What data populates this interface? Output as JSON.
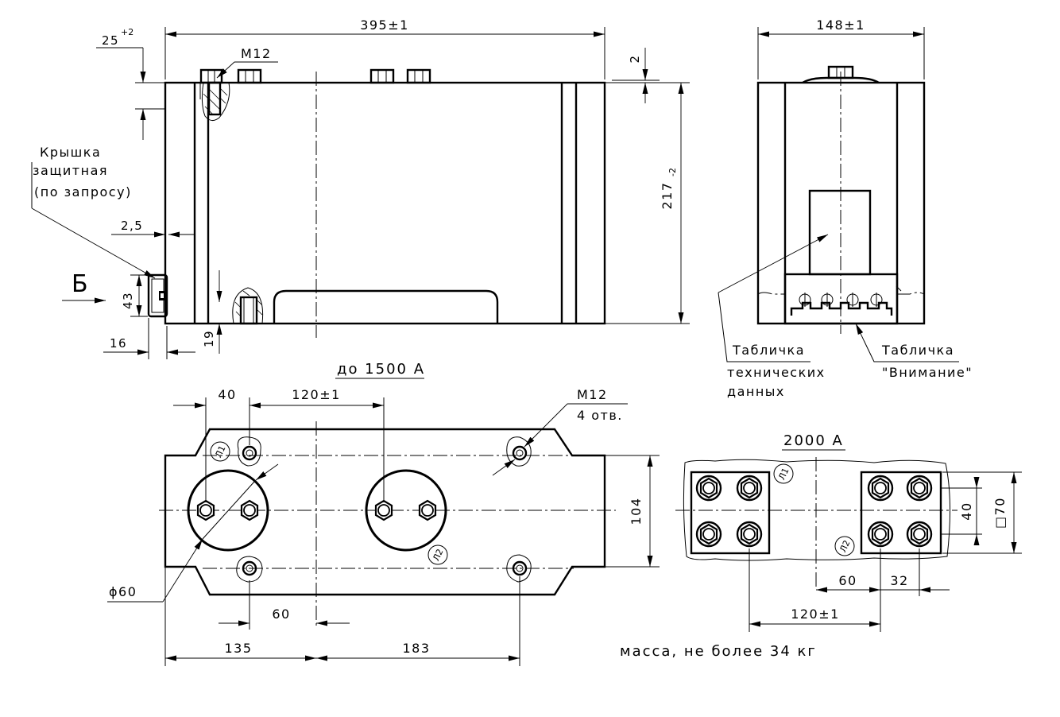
{
  "front_view": {
    "dim_width": "395±1",
    "dim_top_offset": "25",
    "dim_top_offset_tol": "+2",
    "thread_label": "М12",
    "dim_gap": "2",
    "dim_height": "217",
    "dim_height_tol": "-2",
    "cover_label": [
      "Крышка",
      "защитная",
      "(по запросу)"
    ],
    "dim_cover_gap": "2,5",
    "view_letter": "Б",
    "dim_cover_height": "43",
    "dim_cover_depth": "16",
    "dim_bottom": "19"
  },
  "side_view": {
    "dim_width": "148±1",
    "plate_tech_label": [
      "Табличка",
      "технических",
      "данных"
    ],
    "plate_warning_label": [
      "Табличка",
      "\"Внимание\""
    ]
  },
  "top_view": {
    "title": "до 1500 А",
    "dim_left": "40",
    "dim_spacing": "120±1",
    "hole_label": "М12",
    "hole_count": "4 отв.",
    "dim_depth": "104",
    "dim_diameter": "ϕ60",
    "dim_center": "60",
    "dim_left_total": "135",
    "dim_right_total": "183",
    "terminal_l1": "Л1",
    "terminal_l2": "Л2"
  },
  "variant_2000": {
    "title": "2000 А",
    "dim_pitch": "40",
    "dim_square": "□70",
    "dim_60": "60",
    "dim_32": "32",
    "dim_spacing": "120±1",
    "terminal_l1": "Л1",
    "terminal_l2": "Л2"
  },
  "mass_note": "масса, не более 34 кг"
}
